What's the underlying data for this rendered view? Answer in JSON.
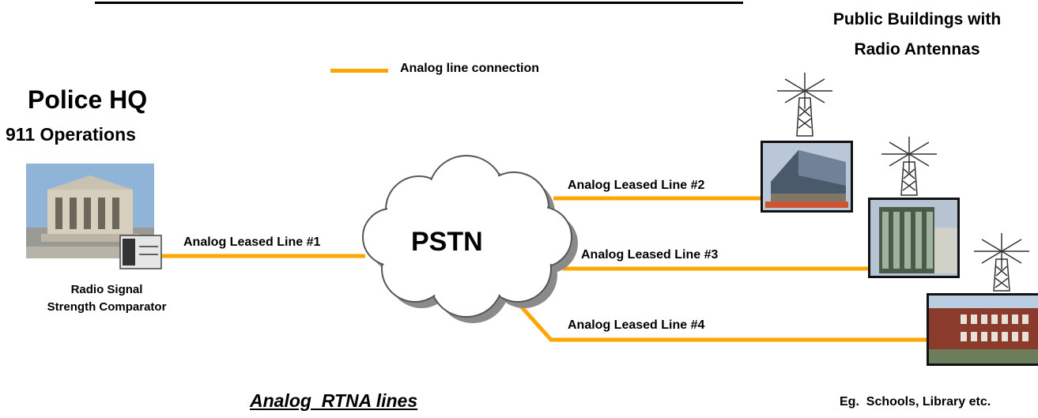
{
  "header": {
    "public_buildings_line1": "Public Buildings with",
    "public_buildings_line2": "Radio Antennas"
  },
  "legend": {
    "label": "Analog line connection",
    "color": "#FFA500"
  },
  "police_hq": {
    "title": "Police HQ",
    "subtitle": "911 Operations",
    "comparator_line1": "Radio Signal",
    "comparator_line2": "Strength Comparator"
  },
  "network": {
    "cloud_label": "PSTN",
    "lines": [
      {
        "label": "Analog Leased Line #1"
      },
      {
        "label": "Analog Leased Line #2"
      },
      {
        "label": "Analog Leased Line #3"
      },
      {
        "label": "Analog Leased Line #4"
      }
    ]
  },
  "footer": {
    "title": "Analog  RTNA lines",
    "examples": "Eg.  Schools, Library etc."
  },
  "icons": [
    "radio-antenna-icon",
    "cloud-icon",
    "building-photo"
  ]
}
